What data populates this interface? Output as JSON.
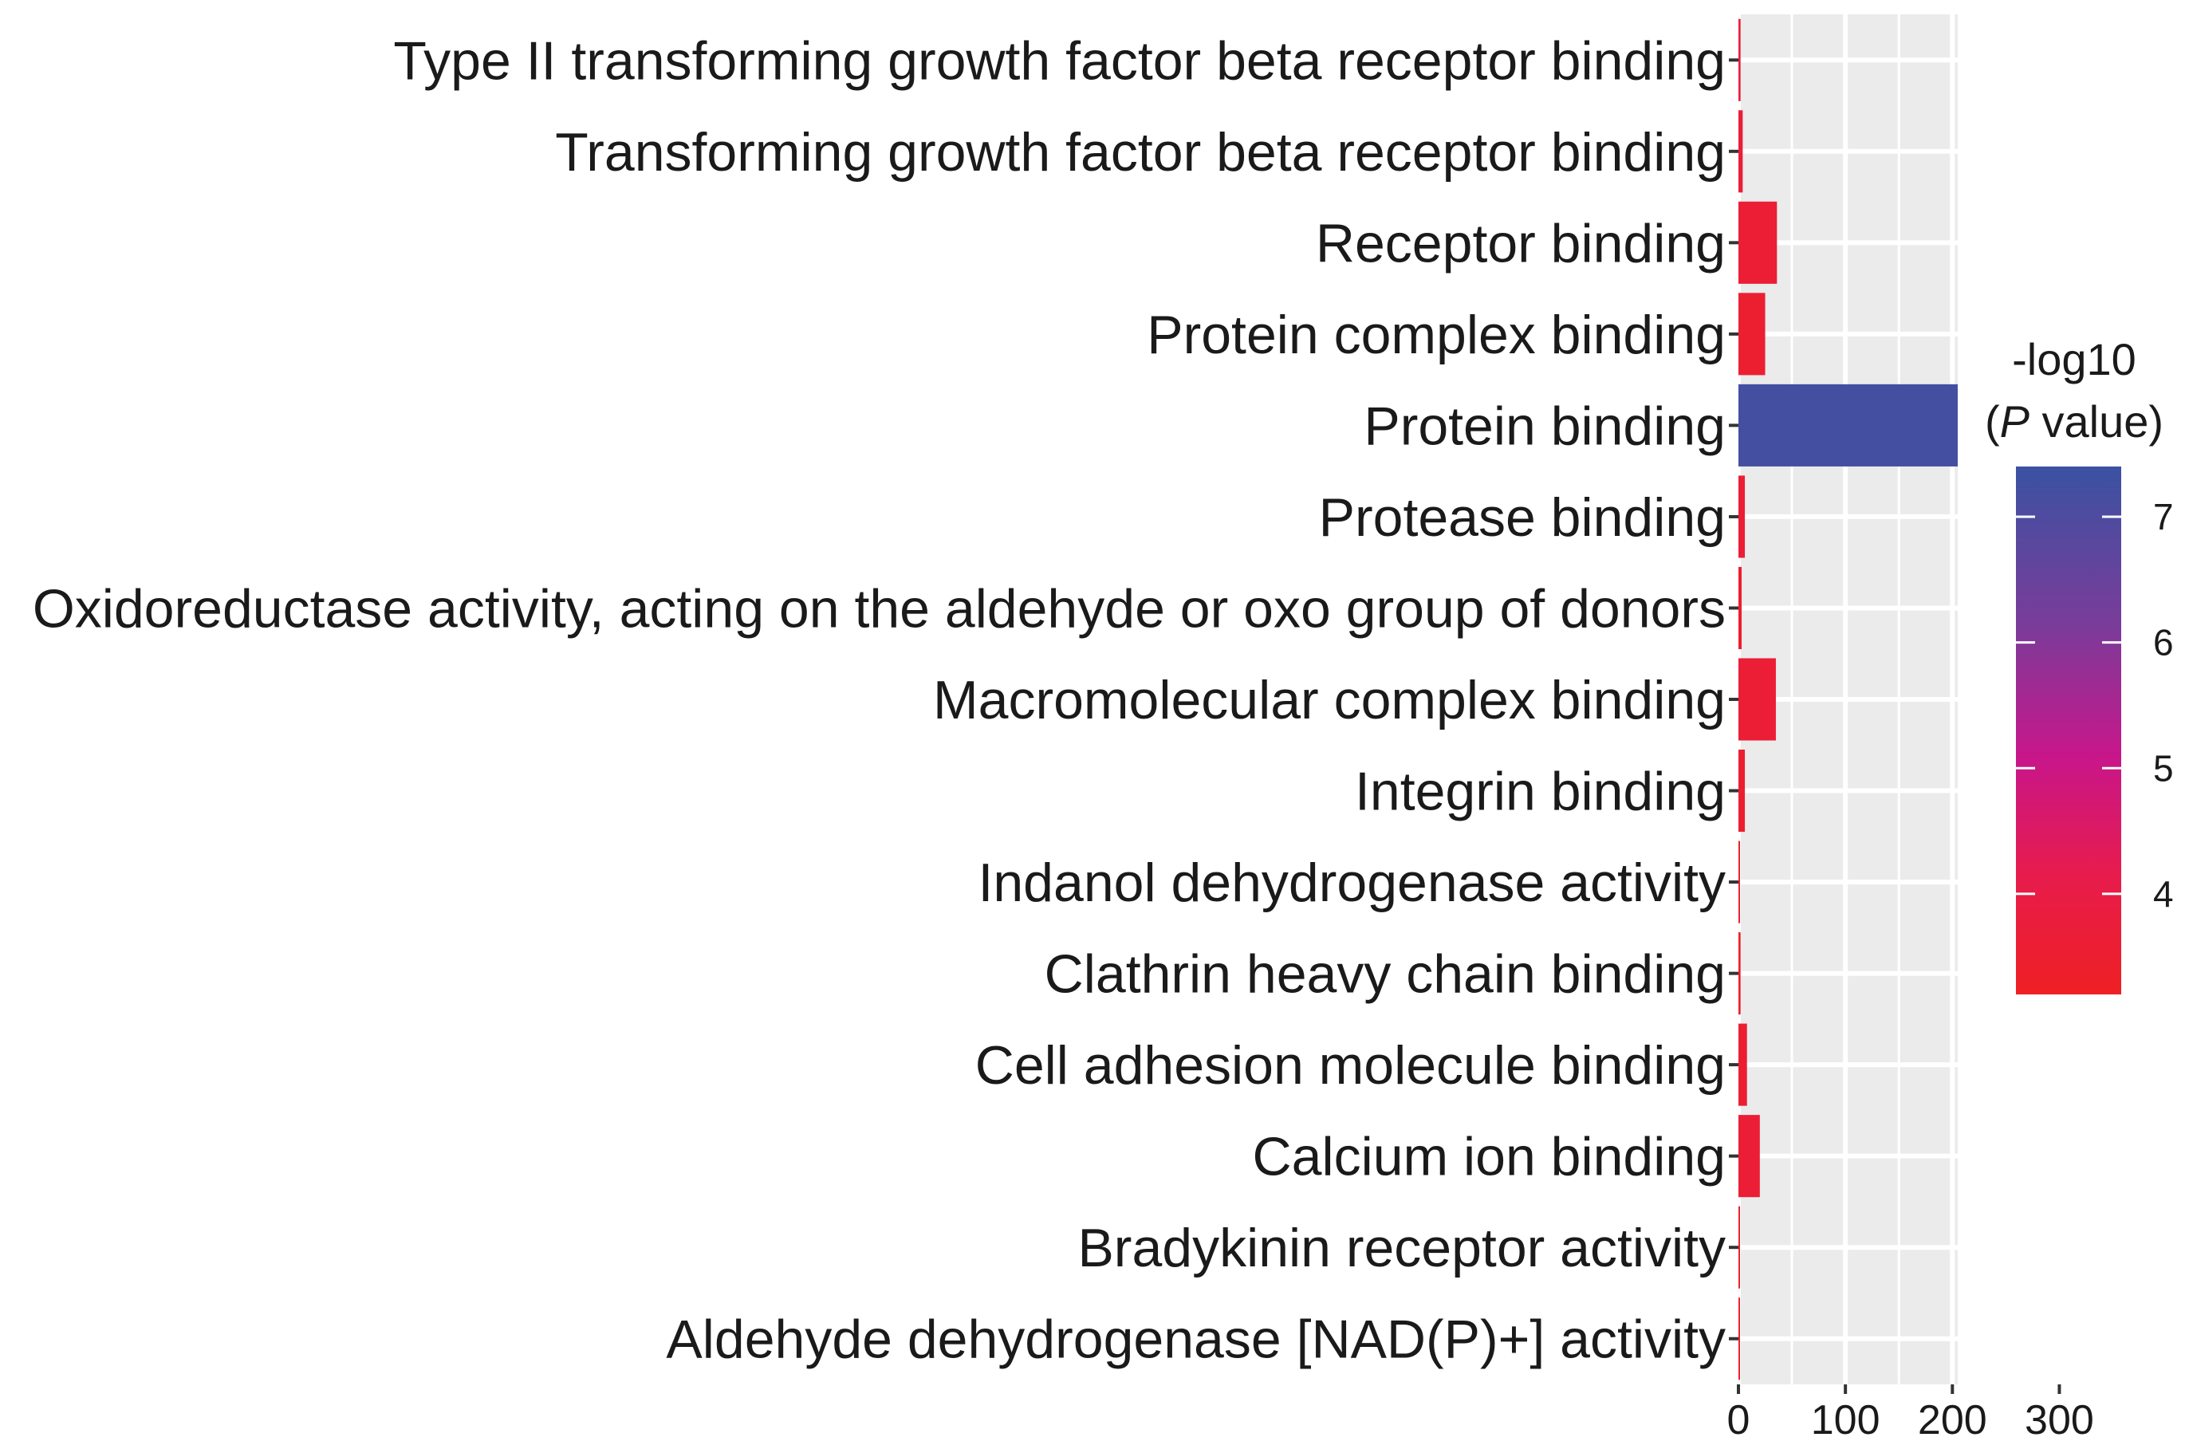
{
  "chart_data": {
    "type": "bar",
    "orientation": "horizontal",
    "categories": [
      "Type II transforming growth factor beta receptor binding",
      "Transforming growth factor beta receptor binding",
      "Receptor binding",
      "Protein complex binding",
      "Protein binding",
      "Protease binding",
      "Oxidoreductase activity, acting on the aldehyde or oxo group of donors",
      "Macromolecular complex binding",
      "Integrin binding",
      "Indanol dehydrogenase activity",
      "Clathrin heavy chain binding",
      "Cell adhesion molecule binding",
      "Calcium ion binding",
      "Bradykinin receptor activity",
      "Aldehyde dehydrogenase [NAD(P)+] activity"
    ],
    "values": [
      2,
      4,
      36,
      25,
      205,
      6,
      3,
      35,
      6,
      1,
      2,
      8,
      20,
      1,
      1
    ],
    "color_values": [
      3.8,
      3.7,
      3.6,
      3.5,
      7.2,
      3.6,
      3.5,
      3.6,
      3.5,
      3.5,
      3.4,
      3.5,
      3.6,
      3.4,
      3.4
    ],
    "xlim": [
      0,
      205
    ],
    "x_ticks": [
      0,
      100,
      200,
      300
    ],
    "x_tick_labels": [
      "0",
      "100",
      "200",
      "300"
    ],
    "title": "",
    "xlabel": "",
    "ylabel": "",
    "grid": true,
    "panel_background": "#ebebeb",
    "grid_color": "#ffffff",
    "legend": {
      "title_line1": "-log10",
      "title_line2_italic": "P",
      "title_line2_rest": " value)",
      "title_line2_prefix": "(",
      "type": "colorbar",
      "placement": "right",
      "range": [
        3.2,
        7.4
      ],
      "ticks": [
        4,
        5,
        6,
        7
      ],
      "tick_labels": [
        "4",
        "5",
        "6",
        "7"
      ],
      "colors": {
        "low": "#ee2024",
        "mid": "#c4168c",
        "high": "#3a52a2"
      }
    }
  }
}
